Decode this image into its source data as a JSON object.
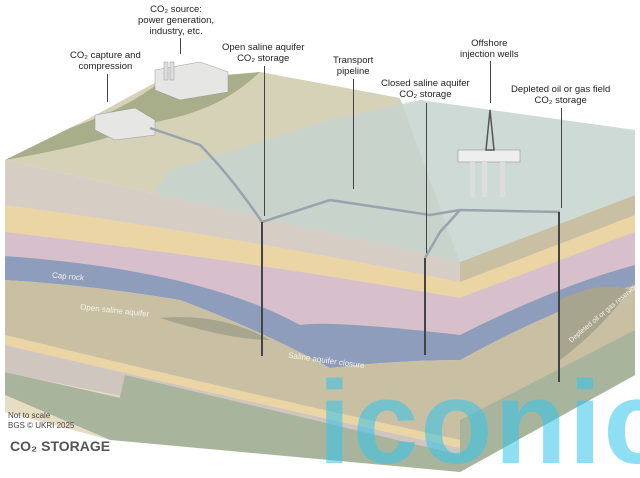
{
  "labels": {
    "source": [
      "CO₂ source:",
      "power generation,",
      "industry, etc."
    ],
    "capture": [
      "CO₂ capture and",
      "compression"
    ],
    "open_aquifer": [
      "Open saline aquifer",
      "CO₂ storage"
    ],
    "pipeline": [
      "Transport",
      "pipeline"
    ],
    "closed_aquifer": [
      "Closed saline aquifer",
      "CO₂ storage"
    ],
    "offshore": [
      "Offshore",
      "injection wells"
    ],
    "depleted": [
      "Depleted oil or gas field",
      "CO₂ storage"
    ]
  },
  "inner_labels": {
    "cap_rock": "Cap rock",
    "open_saline": "Open saline aquifer",
    "closure": "Saline aquifer closure",
    "reservoir": "Depleted oil or gas reservoir"
  },
  "notes": [
    "Not to scale",
    "BGS © UKRI 2025"
  ],
  "title": "CO₂ STORAGE",
  "watermark": "iconic",
  "colors": {
    "cap_rock": "#8d9dbb",
    "aquifer": "#c9c0a4",
    "pink": "#d7bfcb",
    "yellow": "#ecd5a4",
    "sea": "#c9dbe3",
    "watermark": "#33c4ec"
  }
}
